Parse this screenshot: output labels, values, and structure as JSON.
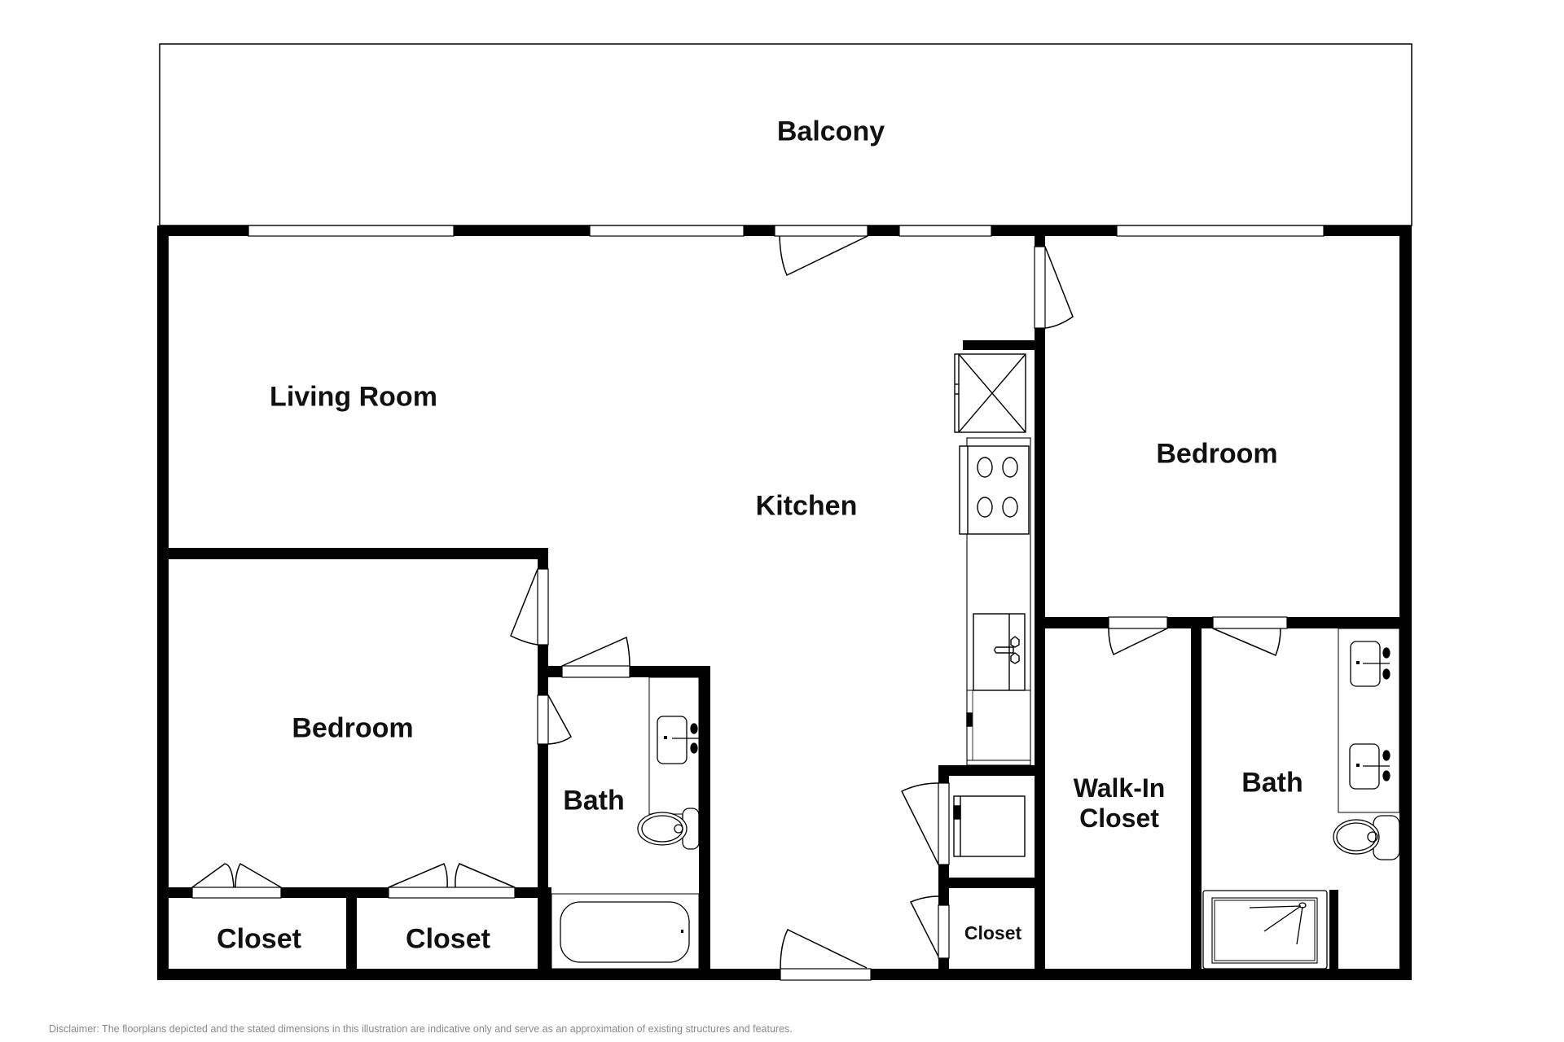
{
  "floorplan": {
    "rooms": [
      {
        "id": "balcony",
        "label": "Balcony"
      },
      {
        "id": "living_room",
        "label": "Living Room"
      },
      {
        "id": "kitchen",
        "label": "Kitchen"
      },
      {
        "id": "bedroom_right",
        "label": "Bedroom"
      },
      {
        "id": "bedroom_left",
        "label": "Bedroom"
      },
      {
        "id": "bath_left",
        "label": "Bath"
      },
      {
        "id": "closet_left_1",
        "label": "Closet"
      },
      {
        "id": "closet_left_2",
        "label": "Closet"
      },
      {
        "id": "closet_hall",
        "label": "Closet"
      },
      {
        "id": "walk_in_closet",
        "label": "Walk-In\nCloset",
        "lines": [
          "Walk-In",
          "Closet"
        ]
      },
      {
        "id": "bath_right",
        "label": "Bath"
      }
    ],
    "fixtures": [
      "refrigerator",
      "range",
      "kitchen-sink",
      "dishwasher",
      "washer-dryer",
      "bathtub",
      "toilet",
      "vanity-sink",
      "double-vanity",
      "shower"
    ],
    "colors": {
      "wall": "#000000",
      "background": "#ffffff",
      "line": "#000000",
      "disclaimer": "#8a8a8a"
    }
  },
  "disclaimer": "Disclaimer: The floorplans depicted and the stated dimensions in this illustration are indicative only and serve as an approximation of existing structures and features."
}
